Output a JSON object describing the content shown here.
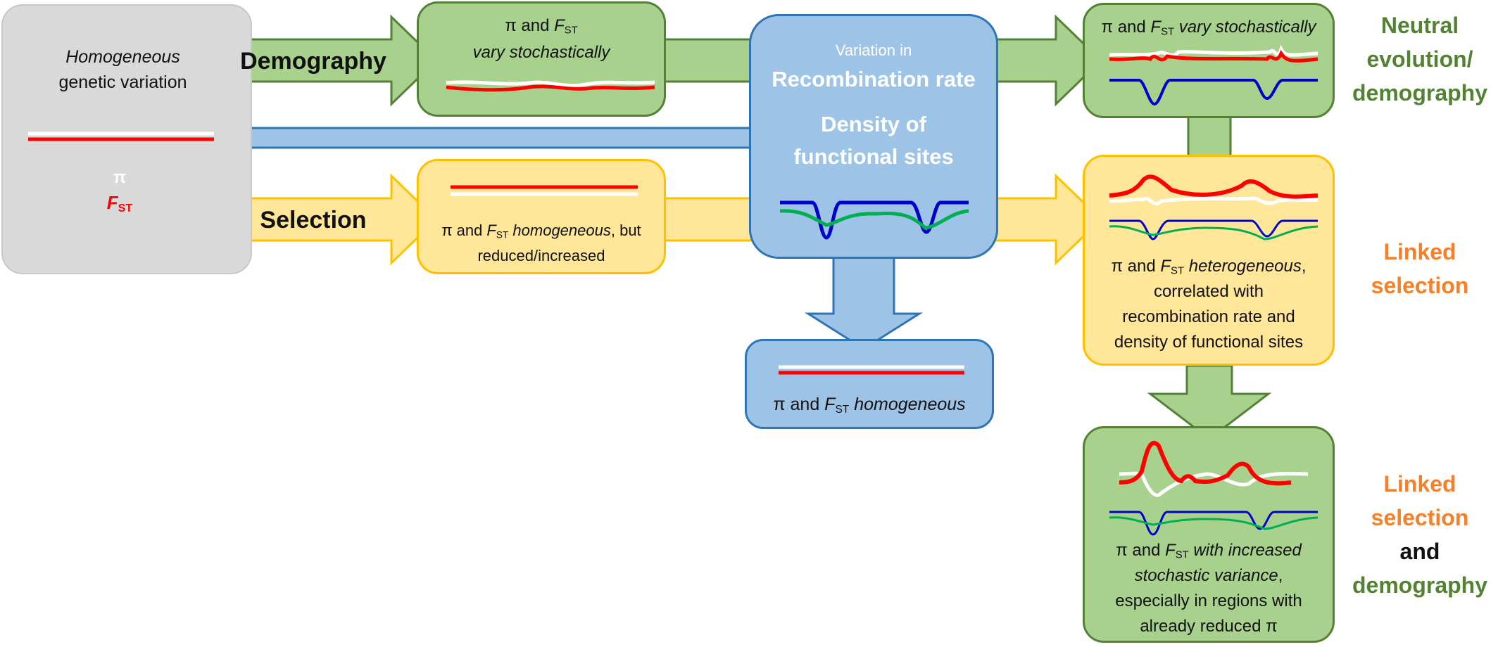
{
  "colors": {
    "grey": "#d9d9d9",
    "green": "#a9d18e",
    "green_border": "#538135",
    "yellow": "#ffe699",
    "yellow_border": "#ffc000",
    "blue": "#9dc3e6",
    "blue_border": "#2e75b6",
    "red": "#ff0000",
    "white": "#ffffff",
    "navy": "#0000cc",
    "ribbon_green": "#00b050",
    "label_green": "#548235",
    "label_orange": "#f4802a"
  },
  "start_box": {
    "line1": "Homogeneous",
    "line2": "genetic variation",
    "pi": "π",
    "fst_f": "F",
    "fst_sub": "ST"
  },
  "arrows": {
    "demography": "Demography",
    "selection": "Selection"
  },
  "neutral_mid": {
    "l1a": "π and ",
    "f": "F",
    "sub": "ST",
    "l2": "vary stochastically"
  },
  "selection_mid": {
    "a": "π and ",
    "f": "F",
    "sub": "ST",
    "b": " homogeneous",
    "c": ", but",
    "l2": "reduced/increased"
  },
  "center_box": {
    "small": "Variation in",
    "l1": "Recombination rate",
    "l2": "Density of",
    "l3": "functional sites"
  },
  "bottom_box": {
    "a": "π and ",
    "f": "F",
    "sub": "ST",
    "b": " homogeneous"
  },
  "right_top": {
    "a": "π and ",
    "f": "F",
    "sub": "ST",
    "b": " vary stochastically"
  },
  "right_mid": {
    "a": "π and ",
    "f": "F",
    "sub": "ST",
    "b": " heterogeneous",
    "c": ",",
    "l2": "correlated with",
    "l3": "recombination rate and",
    "l4": "density of functional sites"
  },
  "right_bottom": {
    "a": "π and ",
    "f": "F",
    "sub": "ST",
    "b": " with increased",
    "l2": "stochastic variance",
    "l2c": ",",
    "l3": "especially in regions with",
    "l4": "already reduced π"
  },
  "labels": {
    "neutral": [
      "Neutral",
      "evolution/",
      "demography"
    ],
    "linked": [
      "Linked",
      "selection"
    ],
    "combo": [
      "Linked",
      "selection",
      "and",
      "demography"
    ]
  }
}
